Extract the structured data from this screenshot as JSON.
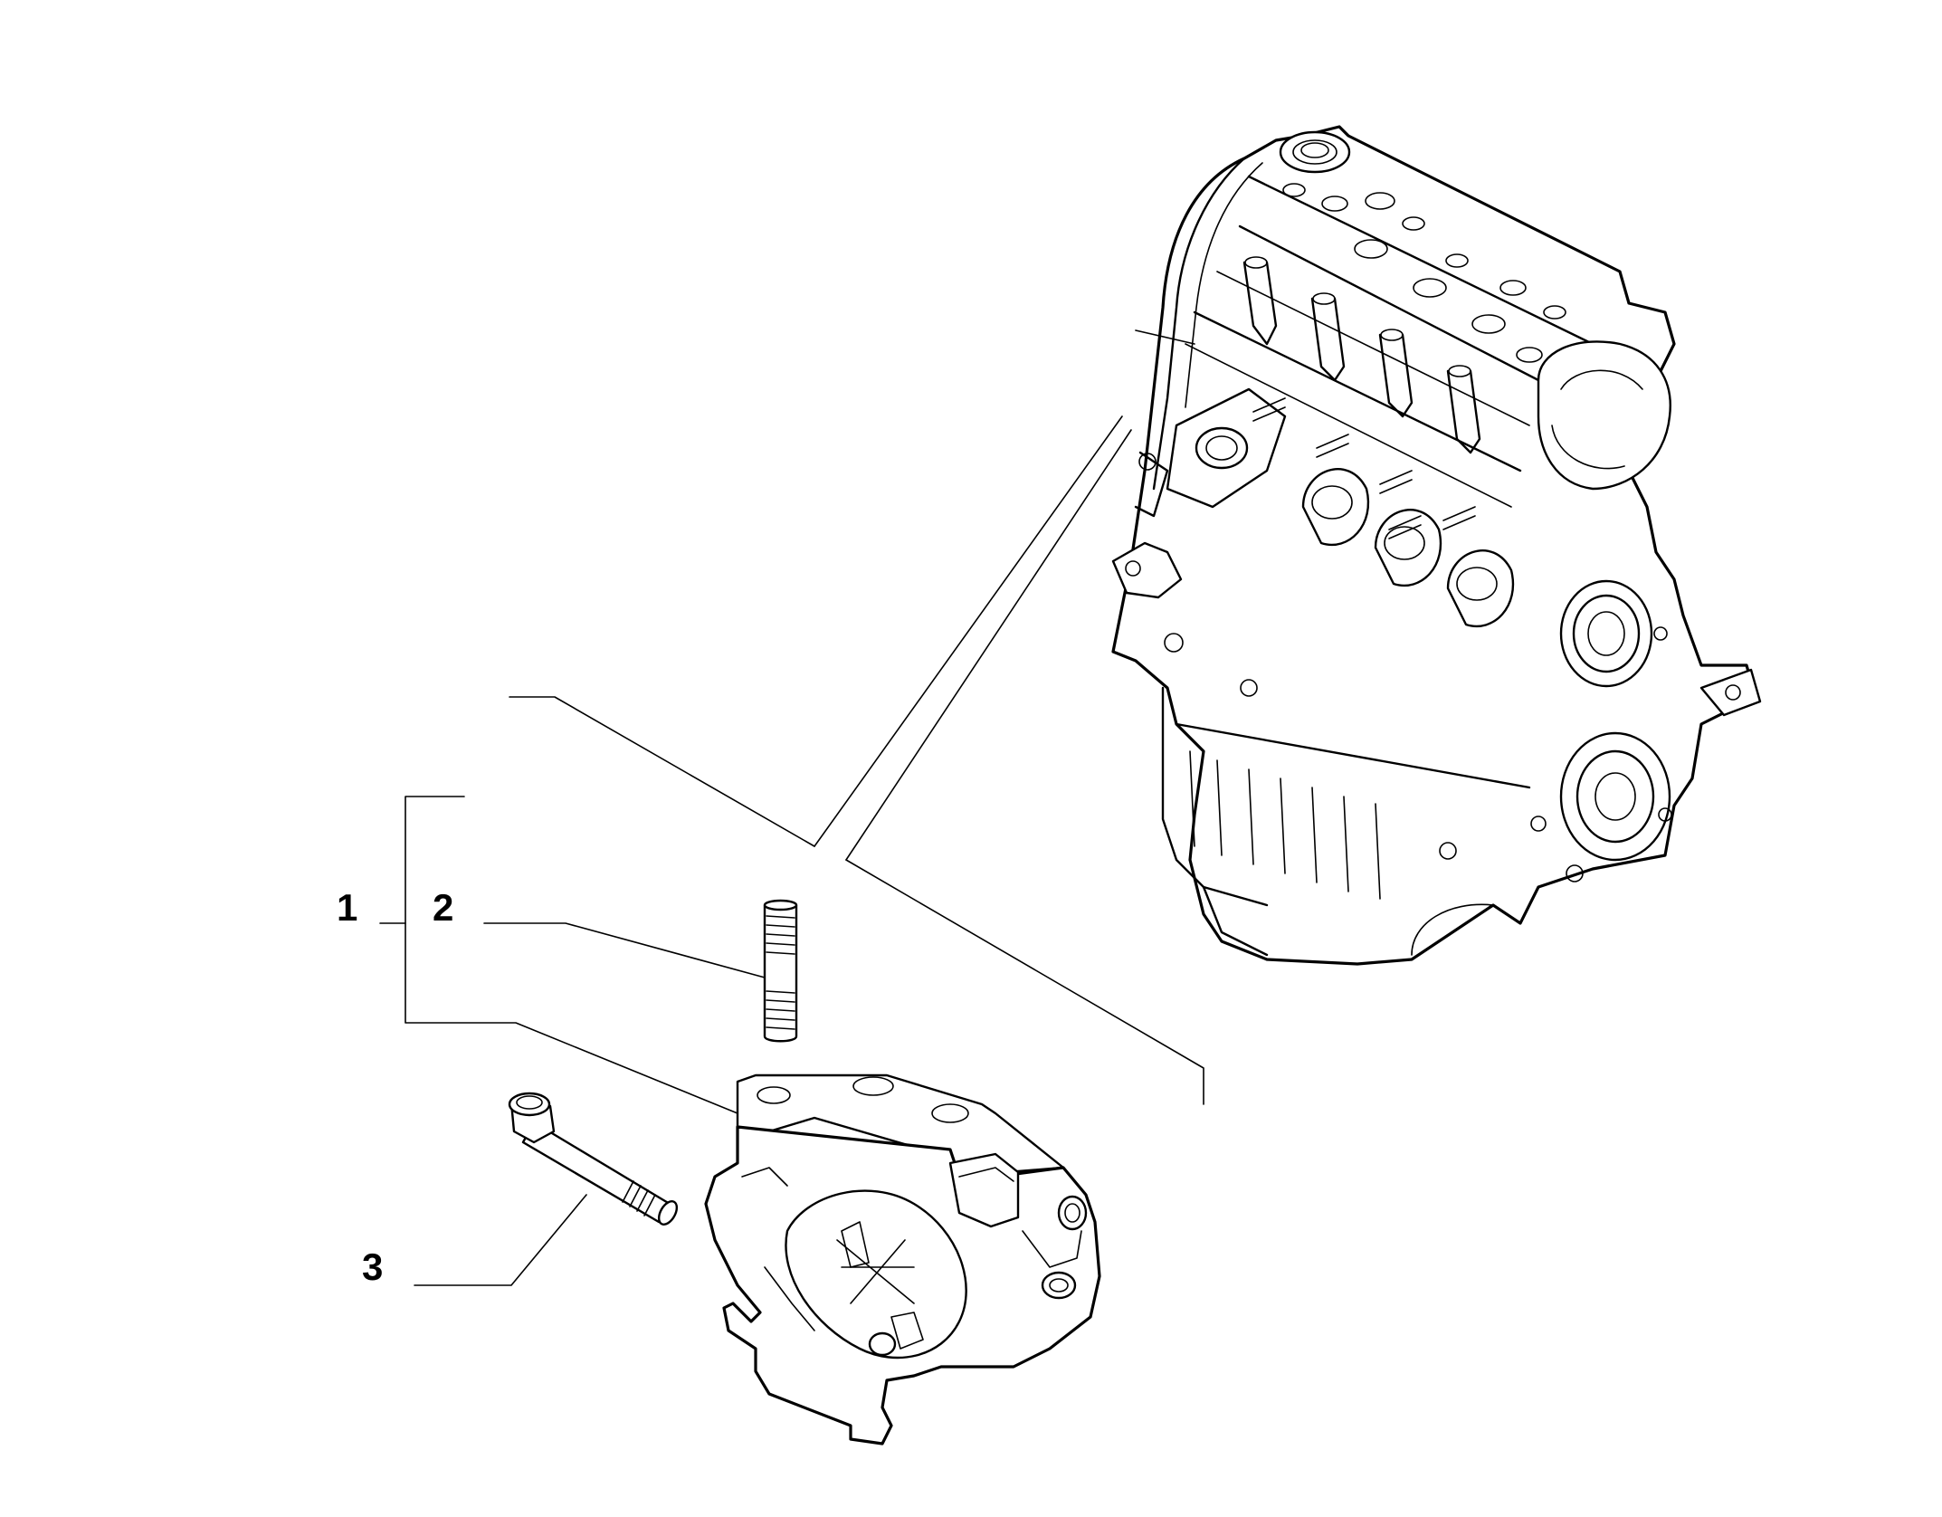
{
  "diagram": {
    "background": "#ffffff",
    "stroke_color": "#000000",
    "callouts": [
      {
        "id": "1",
        "label": "1"
      },
      {
        "id": "2",
        "label": "2"
      },
      {
        "id": "3",
        "label": "3"
      }
    ],
    "parts": [
      {
        "name": "engine-assembly",
        "callout": null
      },
      {
        "name": "engine-mount-bracket",
        "callout": "1"
      },
      {
        "name": "stud",
        "callout": "2"
      },
      {
        "name": "bolt",
        "callout": "3"
      }
    ]
  }
}
